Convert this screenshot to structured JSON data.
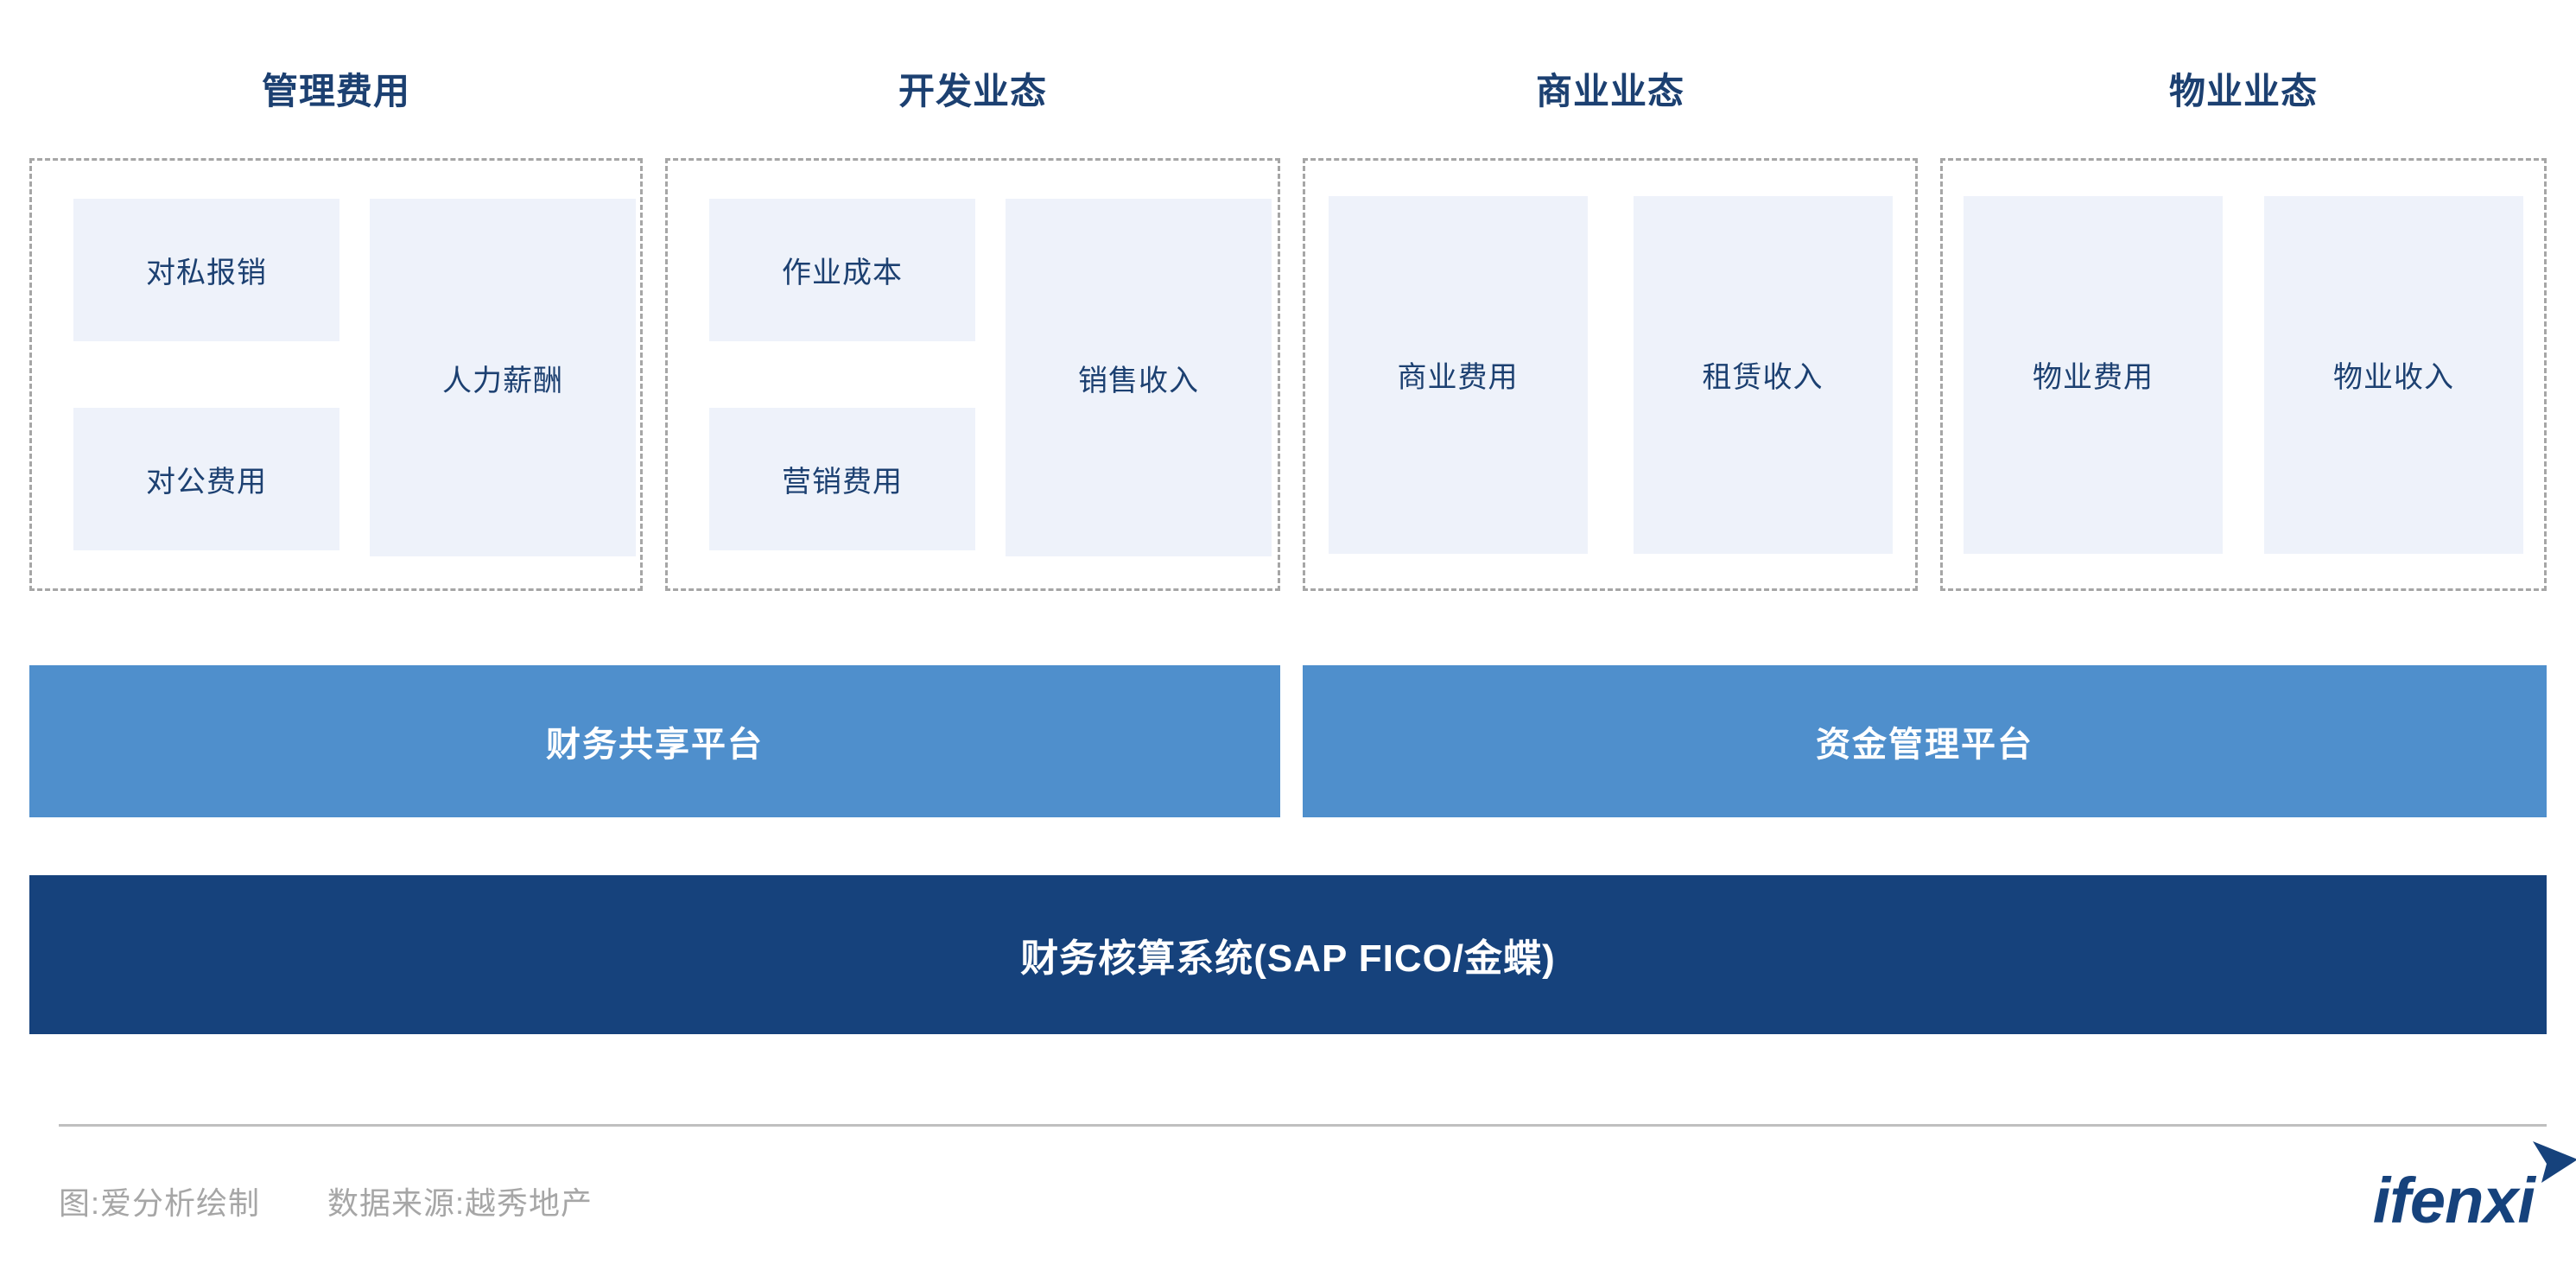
{
  "columns": [
    {
      "header": "管理费用",
      "layout": "stack-plus-tall",
      "stack": [
        "对私报销",
        "对公费用"
      ],
      "tall": "人力薪酬"
    },
    {
      "header": "开发业态",
      "layout": "stack-plus-tall",
      "stack": [
        "作业成本",
        "营销费用"
      ],
      "tall": "销售收入"
    },
    {
      "header": "商业业态",
      "layout": "two-tall",
      "cards": [
        "商业费用",
        "租赁收入"
      ]
    },
    {
      "header": "物业业态",
      "layout": "two-tall",
      "cards": [
        "物业费用",
        "物业收入"
      ]
    }
  ],
  "platforms": [
    {
      "label": "财务共享平台"
    },
    {
      "label": "资金管理平台"
    }
  ],
  "core_system": {
    "label": "财务核算系统(SAP FICO/金蝶)"
  },
  "footer": {
    "credit": "图:爱分析绘制",
    "source": "数据来源:越秀地产",
    "logo_text": "ifenxi",
    "logo_icon": "arrow-chevron-icon"
  },
  "colors": {
    "header_text": "#1c4071",
    "card_bg": "#eef2fa",
    "card_text": "#1c4071",
    "dashed_border": "#a6a6a6",
    "platform_bar": "#4f8fcc",
    "core_bar": "#16427c",
    "footer_text": "#a6a6a6",
    "logo": "#16427c"
  }
}
